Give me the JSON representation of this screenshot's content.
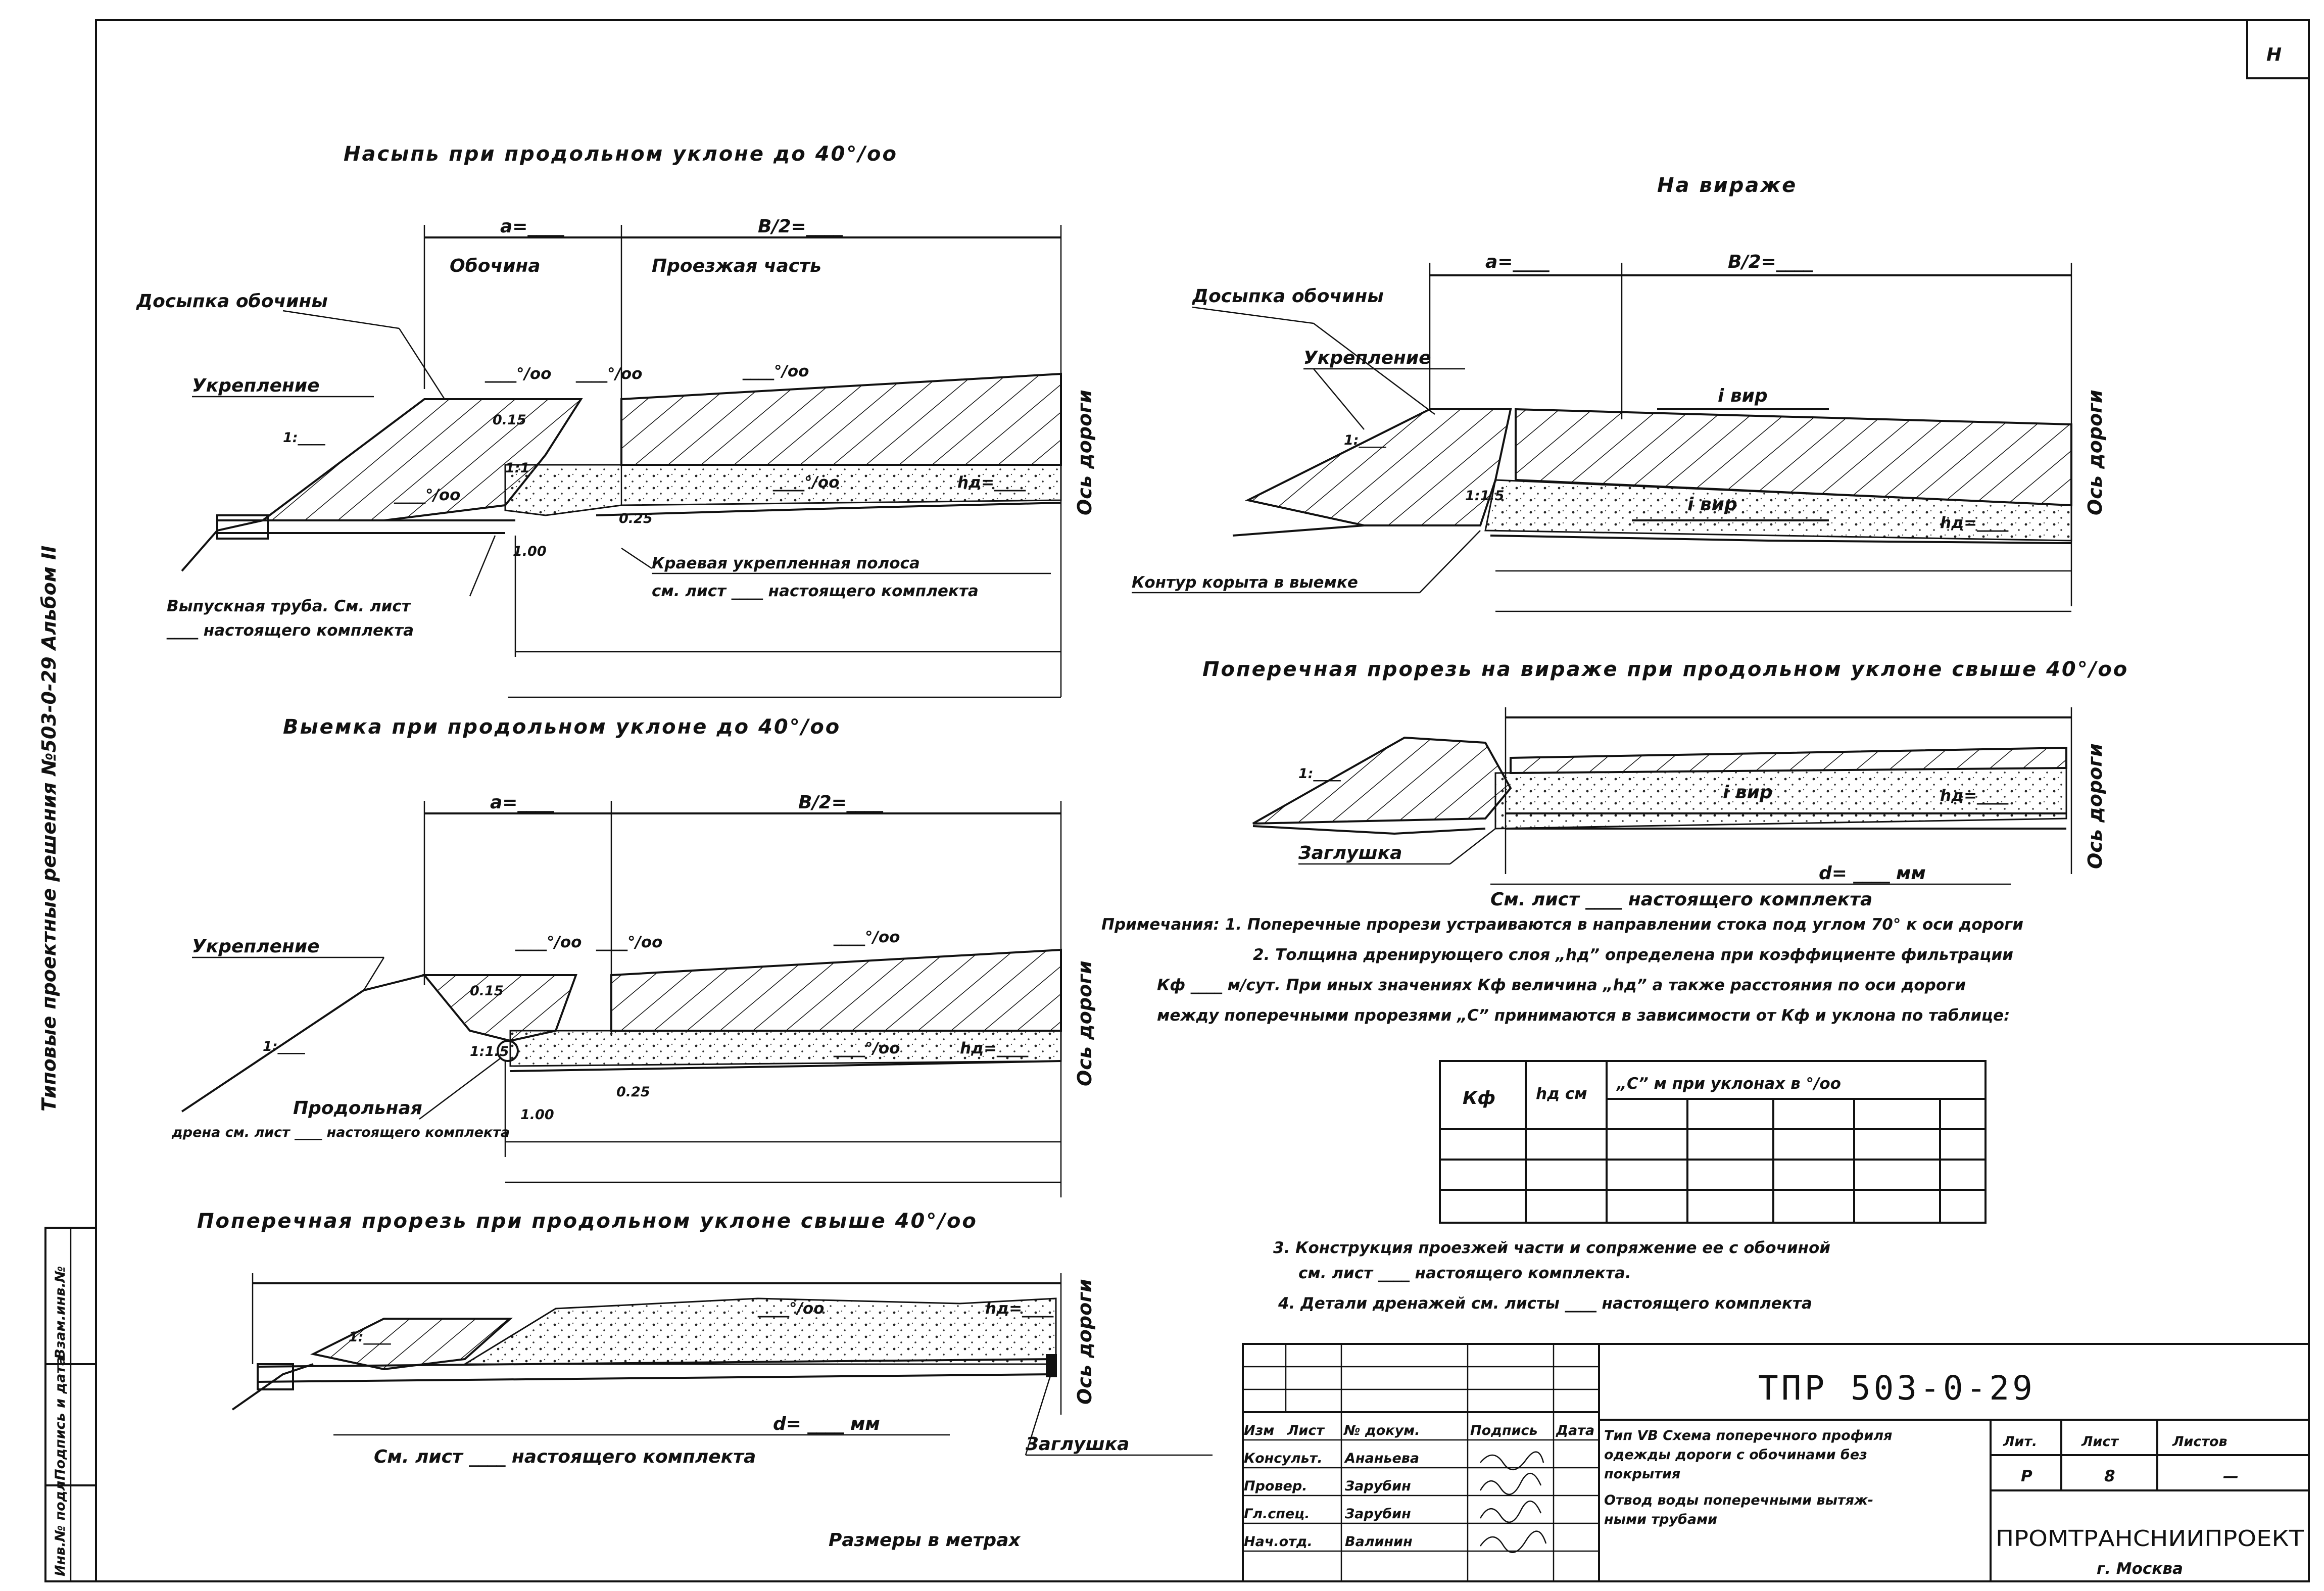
{
  "sheet_corner": "Н",
  "side_label": "Типовые проектные решения №503-0-29 Альбом II",
  "left_stamp": [
    "Инв.№ подл.",
    "Подпись и дата",
    "Взам.инв.№"
  ],
  "titles": {
    "fill": "Насыпь при продольном уклоне до 40°/oo",
    "cut": "Выемка при продольном уклоне до 40°/oo",
    "cross_cut": "Поперечная прорезь при продольном уклоне свыше 40°/oo",
    "bend": "На вираже",
    "bend_cut": "Поперечная прорезь на вираже при продольном уклоне свыше 40°/oo"
  },
  "labels": {
    "a_dim": "a=____",
    "b2_dim": "B/2=____",
    "shoulder": "Обочина",
    "carriageway": "Проезжая часть",
    "shoulder_fill": "Досыпка обочины",
    "reinforcement": "Укрепление",
    "permille": "____°/oo",
    "i_bend": "i вир",
    "hd": "hд=____",
    "axis": "Ось дороги",
    "dim_015": "0.15",
    "dim_100": "1.00",
    "dim_025": "0.25",
    "slope_11": "1:1",
    "slope_115": "1:1.5",
    "slope_1m": "1:____",
    "edge_strip": "Краевая укрепленная полоса",
    "edge_strip_ref": "см. лист ____ настоящего комплекта",
    "outlet_pipe": "Выпускная труба. См. лист",
    "outlet_pipe_ref": "____ настоящего комплекта",
    "trough": "Контур корыта в выемке",
    "longitudinal_drain": "Продольная",
    "longitudinal_drain_ref": "дрена см. лист ____ настоящего комплекта",
    "plug": "Заглушка",
    "diameter": "d= ____ мм",
    "see_sheet": "См. лист ____ настоящего комплекта",
    "units": "Размеры в метрах"
  },
  "notes": [
    "Примечания: 1. Поперечные прорези устраиваются в направлении стока под углом 70° к оси дороги",
    "2. Толщина дренирующего слоя „hд” определена при коэффициенте фильтрации",
    "Кф ____ м/сут. При иных значениях Кф величина „hд” а также расстояния по оси дороги",
    "между поперечными прорезями „С” принимаются в зависимости от Кф и уклона по таблице:",
    "3. Конструкция проезжей части и сопряжение ее с обочиной",
    "см. лист ____ настоящего комплекта.",
    "4. Детали дренажей см. листы ____ настоящего комплекта"
  ],
  "table": {
    "col_kf": "Кф",
    "col_hd": "hд см",
    "col_c": "„С” м при уклонах в °/oo",
    "data_rows": 3,
    "data_cols": 5
  },
  "title_block": {
    "code": "ТПР 503-0-29",
    "header_cols": [
      "Изм",
      "Лист",
      "№ докум.",
      "Подпись",
      "Дата"
    ],
    "people": [
      {
        "role": "Консульт.",
        "name": "Ананьева"
      },
      {
        "role": "Провер.",
        "name": "Зарубин"
      },
      {
        "role": "Гл.спец.",
        "name": "Зарубин"
      },
      {
        "role": "Нач.отд.",
        "name": "Валинин"
      }
    ],
    "description": [
      "Тип VB Схема поперечного профиля",
      "одежды дороги с обочинами без",
      "покрытия",
      "Отвод воды поперечными вытяж-",
      "ными трубами"
    ],
    "stage_label": "Лит.",
    "sheet_label": "Лист",
    "sheets_label": "Листов",
    "stage_value": "Р",
    "sheet_value": "8",
    "sheets_value": "—",
    "organization": "ПРОМТРАНСНИИПРОЕКТ",
    "city": "г. Москва"
  }
}
